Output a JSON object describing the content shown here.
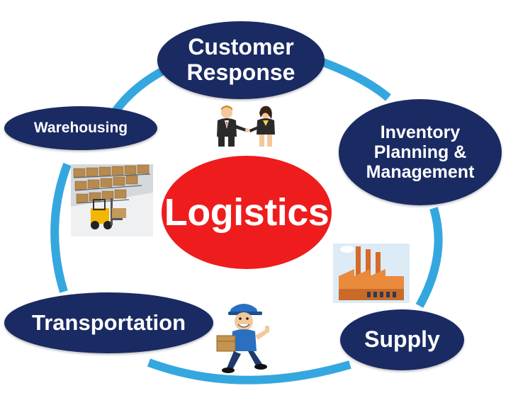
{
  "center": {
    "label": "Logistics"
  },
  "nodes": {
    "customer_response": {
      "line1": "Customer",
      "line2": "Response"
    },
    "inventory": {
      "line1": "Inventory",
      "line2": "Planning &",
      "line3": "Management"
    },
    "warehousing": {
      "label": "Warehousing"
    },
    "transportation": {
      "label": "Transportation"
    },
    "supply": {
      "label": "Supply"
    }
  },
  "colors": {
    "node_fill": "#1a2a63",
    "center_fill": "#ee1c1c",
    "cycle_ring": "#35a7df",
    "text": "#ffffff"
  },
  "illustrations": {
    "customer_response": "handshake-people-icon",
    "warehousing": "warehouse-forklift-icon",
    "supply": "factory-icon",
    "transportation": "delivery-man-icon"
  }
}
